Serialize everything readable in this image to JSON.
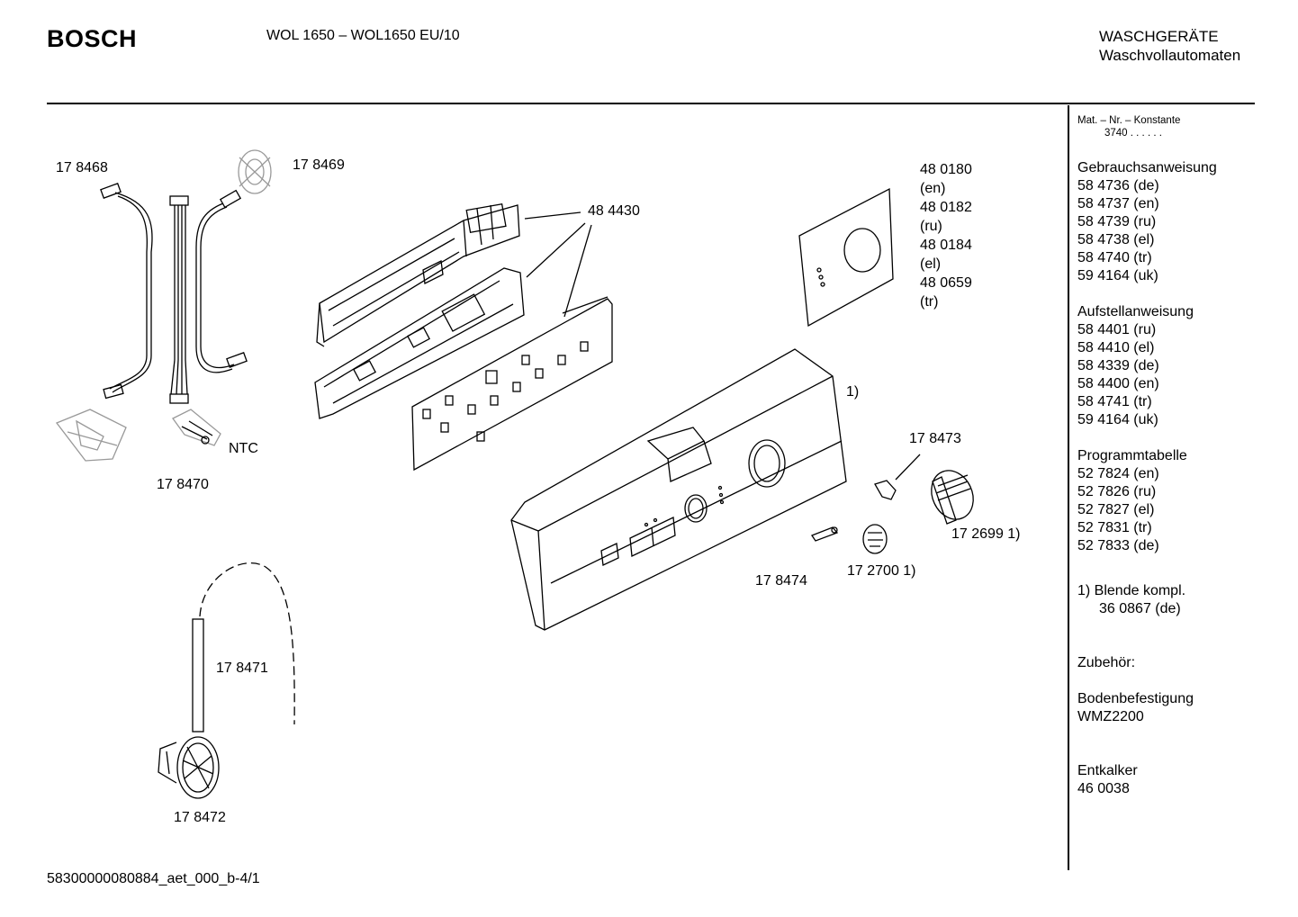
{
  "header": {
    "brand": "BOSCH",
    "model": "WOL 1650 – WOL1650 EU/10",
    "category_line1": "WASCHGERÄTE",
    "category_line2": "Waschvollautomaten"
  },
  "sidebar": {
    "mat_label": "Mat. – Nr. – Konstante",
    "mat_value": "3740 . . . . . .",
    "groups": [
      {
        "title": "Gebrauchsanweisung",
        "items": [
          "58 4736 (de)",
          "58 4737 (en)",
          "58 4739 (ru)",
          "58 4738 (el)",
          "58 4740 (tr)",
          "59 4164 (uk)"
        ]
      },
      {
        "title": "Aufstellanweisung",
        "items": [
          "58 4401 (ru)",
          "58 4410 (el)",
          "58 4339 (de)",
          "58 4400 (en)",
          "58 4741 (tr)",
          "59 4164 (uk)"
        ]
      },
      {
        "title": "Programmtabelle",
        "items": [
          "52 7824 (en)",
          "52 7826 (ru)",
          "52 7827 (el)",
          "52 7831 (tr)",
          "52 7833 (de)"
        ]
      }
    ],
    "footnote_line1": "1) Blende kompl.",
    "footnote_line2": "36 0867 (de)",
    "accessories_title": "Zubehör:",
    "accessory1_name": "Bodenbefestigung",
    "accessory1_code": "WMZ2200",
    "accessory2_name": "Entkalker",
    "accessory2_code": "46 0038"
  },
  "parts": {
    "p178468": "17 8468",
    "p178469": "17 8469",
    "p484430": "48 4430",
    "p480180": "48 0180",
    "p480180_lang": "(en)",
    "p480182": "48 0182",
    "p480182_lang": "(ru)",
    "p480184": "48 0184",
    "p480184_lang": "(el)",
    "p480659": "48 0659",
    "p480659_lang": "(tr)",
    "ntc": "NTC",
    "p178470": "17 8470",
    "panel_ref": "1)",
    "p178473": "17 8473",
    "p172699": "17 2699 1)",
    "p178474": "17 8474",
    "p172700": "17 2700 1)",
    "p178471": "17 8471",
    "p178472": "17 8472"
  },
  "footer": {
    "doc_id": "58300000080884_aet_000_b-4/1"
  }
}
